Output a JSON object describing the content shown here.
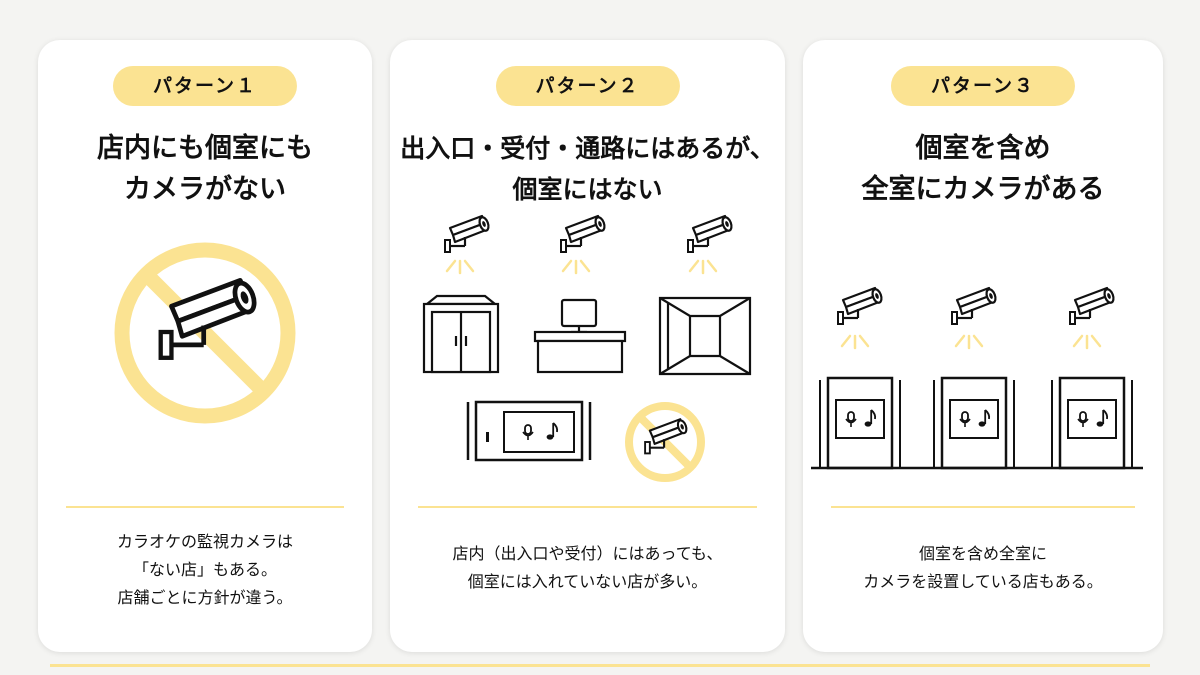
{
  "cards": [
    {
      "badge": "パターン１",
      "title_lines": [
        "店内にも個室にも",
        "カメラがない"
      ],
      "desc_lines": [
        "カラオケの監視カメラは",
        "「ない店」もある。",
        "店舗ごとに方針が違う。"
      ]
    },
    {
      "badge": "パターン２",
      "title_lines": [
        "出入口・受付・通路にはあるが、",
        "個室にはない"
      ],
      "desc_lines": [
        "店内（出入口や受付）にはあっても、",
        "個室には入れていない店が多い。"
      ]
    },
    {
      "badge": "パターン３",
      "title_lines": [
        "個室を含め",
        "全室にカメラがある"
      ],
      "desc_lines": [
        "個室を含め全室に",
        "カメラを設置している店もある。"
      ]
    }
  ],
  "colors": {
    "accent": "#fbe392",
    "ink": "#111111",
    "card_bg": "#ffffff",
    "page_bg": "#f4f4f2"
  },
  "icons": [
    "security-camera-icon",
    "prohibited-icon",
    "door-icon",
    "reception-desk-icon",
    "corridor-icon",
    "karaoke-room-icon",
    "microphone-icon",
    "music-note-icon"
  ]
}
